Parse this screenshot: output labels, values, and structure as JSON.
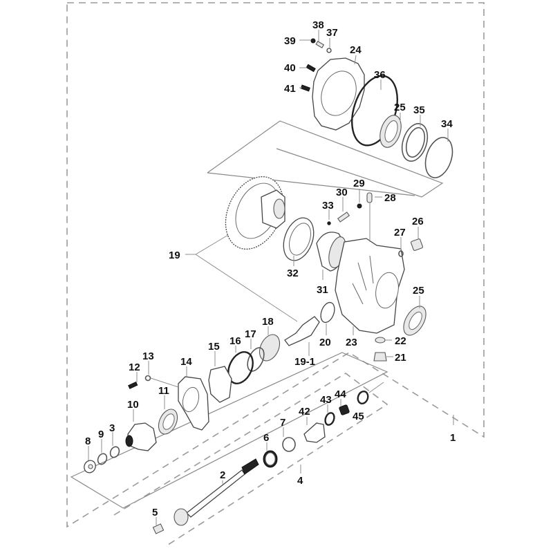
{
  "diagram": {
    "title": "Transaxle exploded parts view",
    "callouts": [
      {
        "id": "c1",
        "label": "1"
      },
      {
        "id": "c2",
        "label": "2"
      },
      {
        "id": "c3",
        "label": "3"
      },
      {
        "id": "c4",
        "label": "4"
      },
      {
        "id": "c5",
        "label": "5"
      },
      {
        "id": "c6",
        "label": "6"
      },
      {
        "id": "c7",
        "label": "7"
      },
      {
        "id": "c8",
        "label": "8"
      },
      {
        "id": "c9",
        "label": "9"
      },
      {
        "id": "c10",
        "label": "10"
      },
      {
        "id": "c11",
        "label": "11"
      },
      {
        "id": "c12",
        "label": "12"
      },
      {
        "id": "c13",
        "label": "13"
      },
      {
        "id": "c14",
        "label": "14"
      },
      {
        "id": "c15",
        "label": "15"
      },
      {
        "id": "c16",
        "label": "16"
      },
      {
        "id": "c17",
        "label": "17"
      },
      {
        "id": "c18",
        "label": "18"
      },
      {
        "id": "c19",
        "label": "19"
      },
      {
        "id": "c19_1",
        "label": "19-1"
      },
      {
        "id": "c20",
        "label": "20"
      },
      {
        "id": "c21",
        "label": "21"
      },
      {
        "id": "c22",
        "label": "22"
      },
      {
        "id": "c23",
        "label": "23"
      },
      {
        "id": "c24",
        "label": "24"
      },
      {
        "id": "c25a",
        "label": "25"
      },
      {
        "id": "c25b",
        "label": "25"
      },
      {
        "id": "c26",
        "label": "26"
      },
      {
        "id": "c27",
        "label": "27"
      },
      {
        "id": "c28",
        "label": "28"
      },
      {
        "id": "c29",
        "label": "29"
      },
      {
        "id": "c30",
        "label": "30"
      },
      {
        "id": "c31",
        "label": "31"
      },
      {
        "id": "c32",
        "label": "32"
      },
      {
        "id": "c33",
        "label": "33"
      },
      {
        "id": "c34",
        "label": "34"
      },
      {
        "id": "c35",
        "label": "35"
      },
      {
        "id": "c36",
        "label": "36"
      },
      {
        "id": "c37",
        "label": "37"
      },
      {
        "id": "c38",
        "label": "38"
      },
      {
        "id": "c39",
        "label": "39"
      },
      {
        "id": "c40",
        "label": "40"
      },
      {
        "id": "c41",
        "label": "41"
      },
      {
        "id": "c42",
        "label": "42"
      },
      {
        "id": "c43",
        "label": "43"
      },
      {
        "id": "c44",
        "label": "44"
      },
      {
        "id": "c45",
        "label": "45"
      }
    ]
  }
}
